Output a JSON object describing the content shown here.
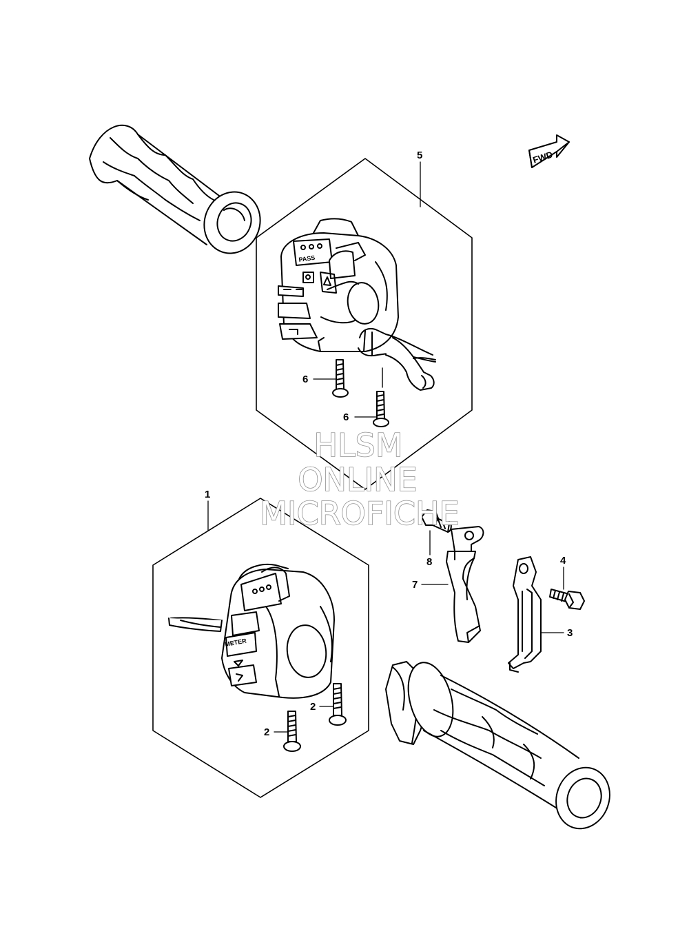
{
  "fwd_label": "FWD",
  "callouts": {
    "c1": "1",
    "c2a": "2",
    "c2b": "2",
    "c3": "3",
    "c4": "4",
    "c5": "5",
    "c6a": "6",
    "c6b": "6",
    "c7": "7",
    "c8": "8"
  },
  "switch_labels": {
    "pass": "PASS",
    "meter": "METER"
  },
  "watermark": {
    "line1": "HLSM",
    "line2": "ONLINE",
    "line3": "MICROFICHE"
  }
}
